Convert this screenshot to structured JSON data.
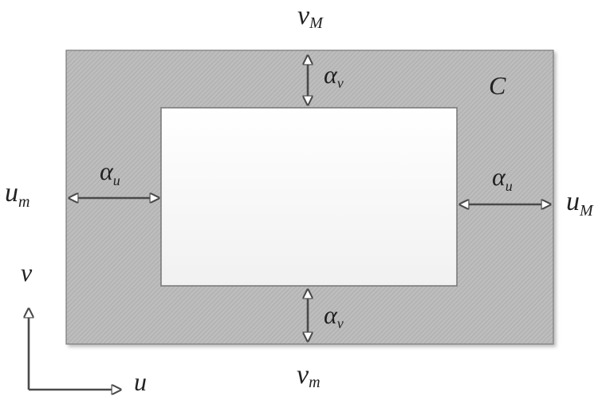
{
  "labels": {
    "v_top": {
      "main": "v",
      "sub": "M"
    },
    "v_bottom": {
      "main": "v",
      "sub": "m"
    },
    "u_left": {
      "main": "u",
      "sub": "m"
    },
    "u_right": {
      "main": "u",
      "sub": "M"
    },
    "region": "C",
    "alpha_v_top": {
      "main": "α",
      "sub": "v"
    },
    "alpha_v_bottom": {
      "main": "α",
      "sub": "v"
    },
    "alpha_u_left": {
      "main": "α",
      "sub": "u"
    },
    "alpha_u_right": {
      "main": "α",
      "sub": "u"
    },
    "axis_v": "v",
    "axis_u": "u"
  },
  "colors": {
    "outer_fill": "#b9b9b9",
    "outer_border": "#7a7a7a",
    "inner_fill": "#fbfbfb",
    "arrow": "#4a4a4a"
  }
}
